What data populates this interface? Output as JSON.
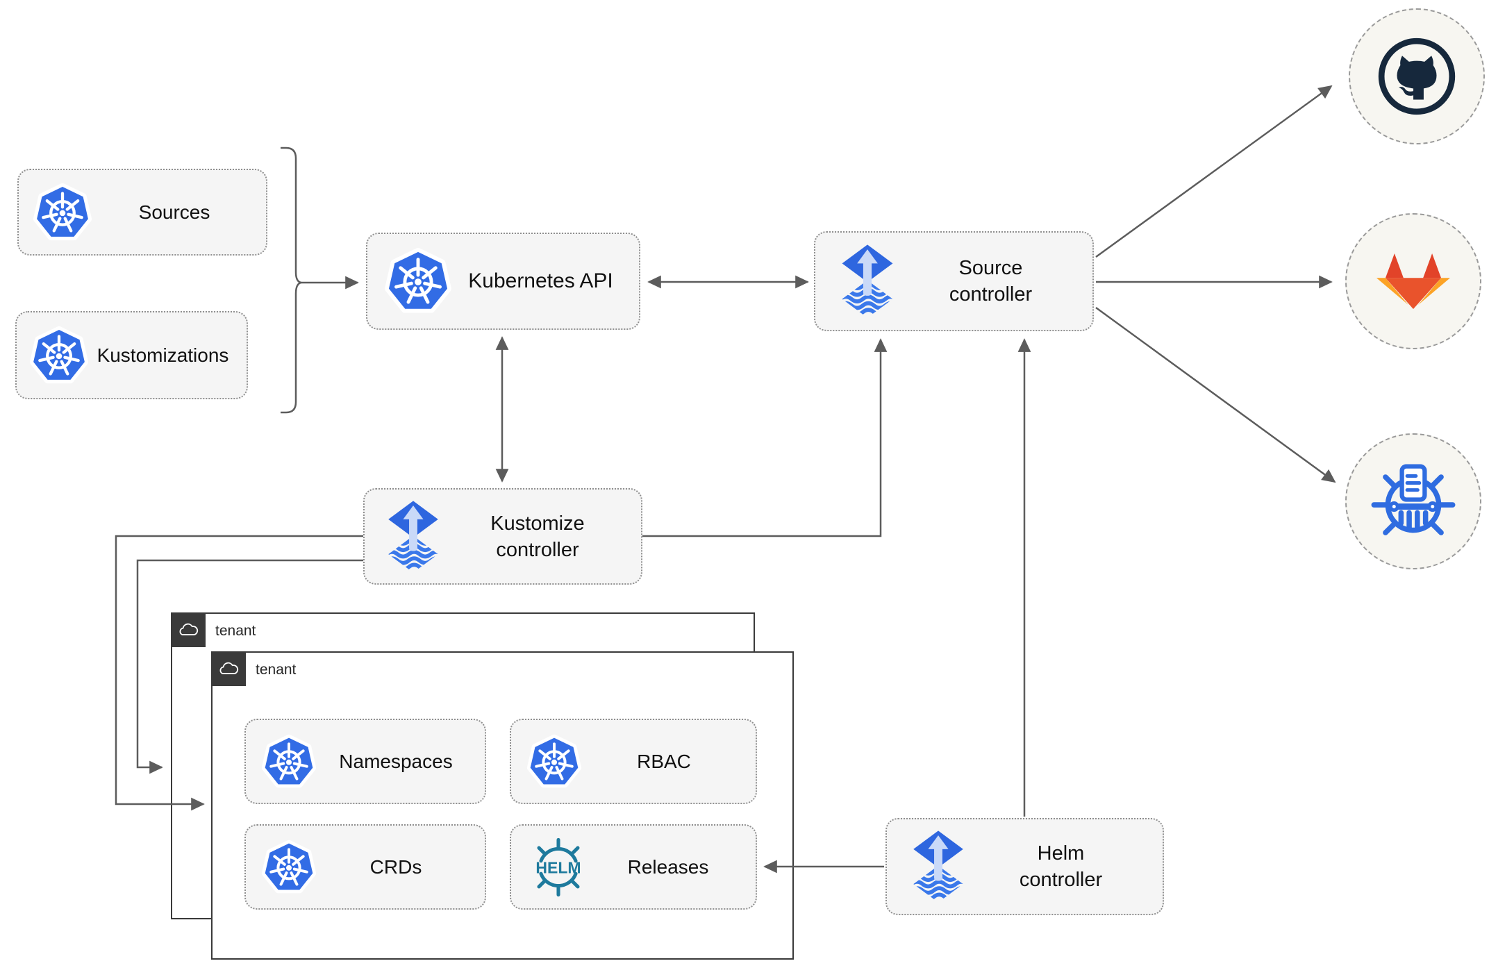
{
  "nodes": {
    "sources": {
      "label": "Sources"
    },
    "kustomizations": {
      "label": "Kustomizations"
    },
    "kubernetes_api": {
      "label": "Kubernetes API"
    },
    "source_controller": {
      "line1": "Source",
      "line2": "controller"
    },
    "kustomize_controller": {
      "line1": "Kustomize",
      "line2": "controller"
    },
    "helm_controller": {
      "line1": "Helm",
      "line2": "controller"
    },
    "tenant_back": {
      "label": "tenant"
    },
    "tenant_front": {
      "label": "tenant"
    },
    "namespaces": {
      "label": "Namespaces"
    },
    "rbac": {
      "label": "RBAC"
    },
    "crds": {
      "label": "CRDs"
    },
    "releases": {
      "label": "Releases"
    }
  },
  "icons": {
    "kubernetes": "kubernetes-wheel-icon",
    "flux": "flux-arrow-waves-icon",
    "helm": "helm-wheel-icon",
    "helm_text": "HELM",
    "cloud": "cloud-icon",
    "github": "github-octocat-icon",
    "gitlab": "gitlab-fox-icon",
    "chartmuseum": "chartmuseum-wheel-icon"
  },
  "colors": {
    "kubernetes_blue": "#326ce5",
    "flux_blue": "#2e66df",
    "flux_light_arrow": "#c9d9f8",
    "helm_teal": "#1e7a9d",
    "github_dark": "#16283c",
    "gitlab_red_orange": "#e24329",
    "gitlab_light_orange": "#fca326",
    "chartmuseum_blue": "#2f6ce0",
    "connector_gray": "#5c5c5c",
    "node_fill": "#f5f5f5",
    "tenant_border": "#3a3a3a"
  }
}
